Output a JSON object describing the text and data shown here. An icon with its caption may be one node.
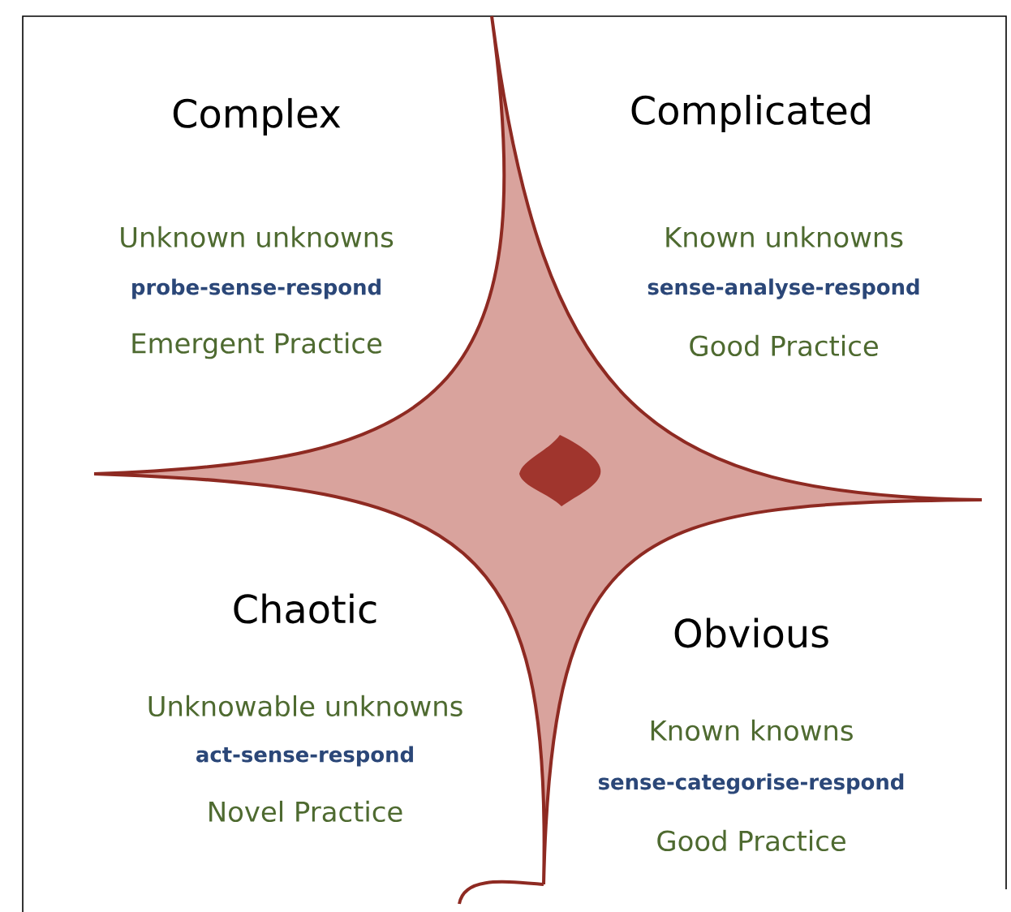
{
  "diagram": {
    "labels": [
      "Complex",
      "Unknown unknowns",
      "probe-sense-respond",
      "Emergent Practice",
      "Complicated",
      "Known unknowns",
      "sense-analyse-respond",
      "Good Practice",
      "Chaotic",
      "Unknowable unknowns",
      "act-sense-respond",
      "Novel Practice",
      "Obvious",
      "Known knowns",
      "sense-categorise-respond",
      "Good Practice"
    ]
  }
}
